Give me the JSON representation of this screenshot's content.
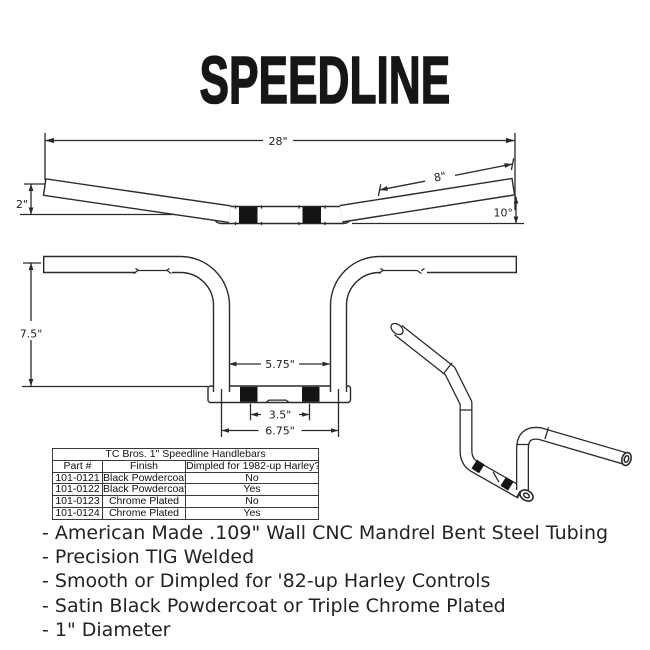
{
  "title": "SPEEDLINE",
  "top_view": {
    "width_label": "28\"",
    "grip_length_label": "8\"",
    "rise_label": "2\"",
    "angle_label": "10°"
  },
  "front_view": {
    "height_label": "7.5\"",
    "center_width_label": "5.75\"",
    "knurl_spacing_label": "3.5\"",
    "base_width_label": "6.75\""
  },
  "table": {
    "title": "TC Bros. 1\" Speedline Handlebars",
    "columns": [
      "Part #",
      "Finish",
      "Dimpled for 1982-up Harley?"
    ],
    "rows": [
      [
        "101-0121",
        "Black Powdercoat",
        "No"
      ],
      [
        "101-0122",
        "Black Powdercoat",
        "Yes"
      ],
      [
        "101-0123",
        "Chrome Plated",
        "No"
      ],
      [
        "101-0124",
        "Chrome Plated",
        "Yes"
      ]
    ]
  },
  "features": [
    "- American Made .109\" Wall CNC Mandrel Bent Steel Tubing",
    "- Precision TIG Welded",
    "- Smooth or Dimpled for '82-up Harley Controls",
    "- Satin Black Powdercoat or Triple Chrome Plated",
    "- 1\" Diameter"
  ],
  "colors": {
    "line": "#2a2a2a",
    "knurl": "#141414",
    "background": "#ffffff",
    "text": "#222222"
  }
}
